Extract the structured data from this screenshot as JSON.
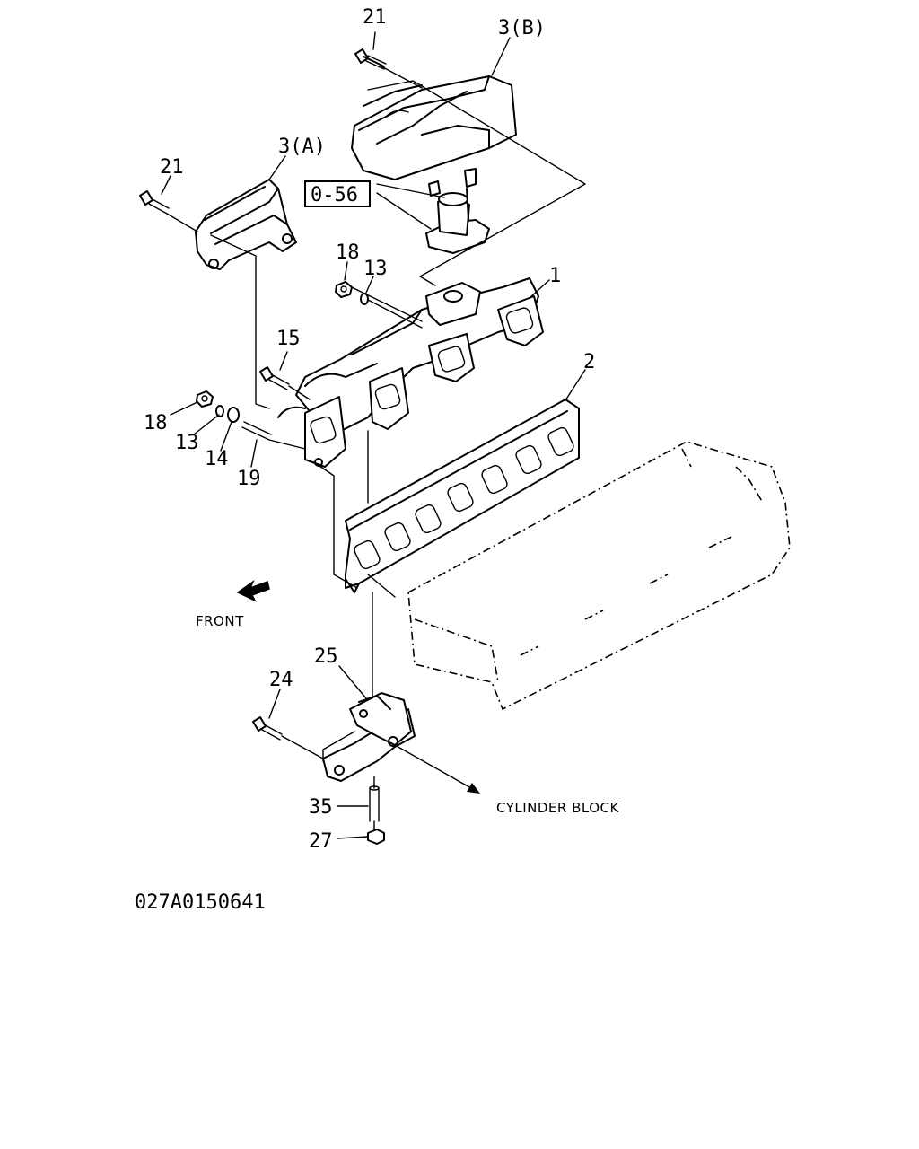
{
  "callouts": {
    "c21_top": "21",
    "c3b": "3(B)",
    "c3a": "3(A)",
    "c21_left": "21",
    "ref_box": "0-56",
    "c18_top": "18",
    "c13_top": "13",
    "c1": "1",
    "c15": "15",
    "c2": "2",
    "c18_left": "18",
    "c13_left": "13",
    "c14": "14",
    "c19": "19",
    "c25": "25",
    "c24": "24",
    "c35": "35",
    "c27": "27"
  },
  "labels": {
    "front": "FRONT",
    "cylinder_block": "CYLINDER BLOCK"
  },
  "drawing_code": "027A0150641",
  "colors": {
    "line": "#000000",
    "background": "#ffffff"
  }
}
